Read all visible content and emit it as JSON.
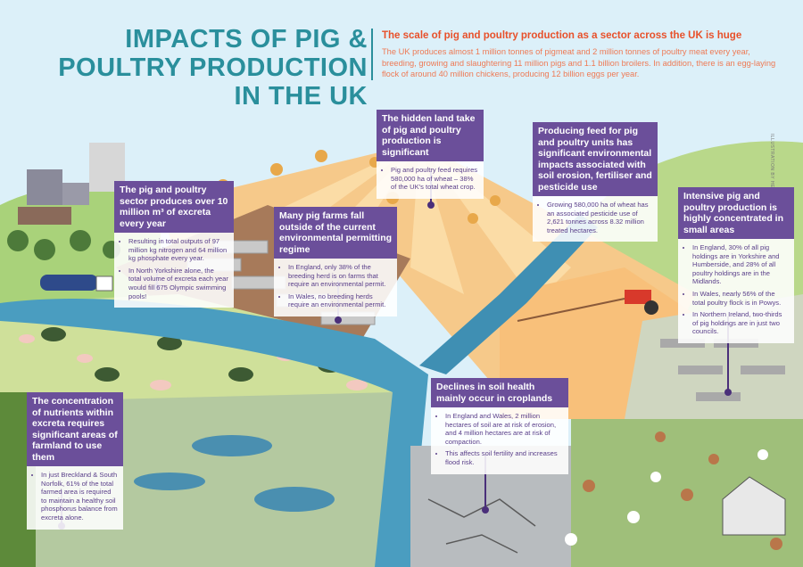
{
  "header": {
    "title": "IMPACTS OF PIG & POULTRY PRODUCTION IN THE UK",
    "subheading": "The scale of pig and poultry production as a sector across the UK is huge",
    "intro": "The UK produces almost 1 million tonnes of pigmeat and 2 million tonnes of poultry meat every year, breeding, growing and slaughtering 11 million pigs and 1.1 billion broilers. In addition, there is an egg-laying flock of around 40 million chickens, producing 12 billion eggs per year.",
    "credit": "ILLUSTRATION BY HELEN WALSH"
  },
  "callouts": {
    "excreta": {
      "heading": "The pig and poultry sector produces over 10 million m³ of excreta every year",
      "points": [
        "Resulting in total outputs of 97 million kg nitrogen and 64 million kg phosphate every year.",
        "In North Yorkshire alone, the total volume of excreta each year would fill 675 Olympic swimming pools!"
      ]
    },
    "permitting": {
      "heading": "Many pig farms fall outside of the current environmental permitting regime",
      "points": [
        "In England, only 38% of the breeding herd is on farms that require an environmental permit.",
        "In Wales, no breeding herds require an environmental permit."
      ]
    },
    "land_take": {
      "heading": "The hidden land take of pig and poultry production is significant",
      "points": [
        "Pig and poultry feed requires 580,000 ha of wheat – 38% of the UK's total wheat crop."
      ]
    },
    "feed": {
      "heading": "Producing feed for pig and poultry units has significant environmental impacts associated with soil erosion, fertiliser and pesticide use",
      "points": [
        "Growing 580,000 ha of wheat has an associated pesticide use of 2,621 tonnes across 8.32 million treated hectares."
      ]
    },
    "concentrated": {
      "heading": "Intensive pig and poultry production is highly concentrated in small areas",
      "points": [
        "In England, 30% of all pig holdings are in Yorkshire and Humberside, and 28% of all poultry holdings are in the Midlands.",
        "In Wales, nearly 56% of the total poultry flock is in Powys.",
        "In Northern Ireland, two-thirds of pig holdings are in just two councils."
      ]
    },
    "nutrients": {
      "heading": "The concentration of nutrients within excreta requires significant areas of farmland to use them",
      "points": [
        "In just Breckland & South Norfolk, 61% of the total farmed area is required to maintain a healthy soil phosphorus balance from excreta alone."
      ]
    },
    "soil": {
      "heading": "Declines in soil health mainly occur in croplands",
      "points": [
        "In England and Wales, 2 million hectares of soil are at risk of erosion, and 4 million hectares are at risk of compaction.",
        "This affects soil fertility and increases flood risk."
      ]
    }
  },
  "colors": {
    "title": "#2a8f9c",
    "accent": "#e8502a",
    "box_header": "#6b4f9a",
    "box_text": "#5a3f8a"
  }
}
